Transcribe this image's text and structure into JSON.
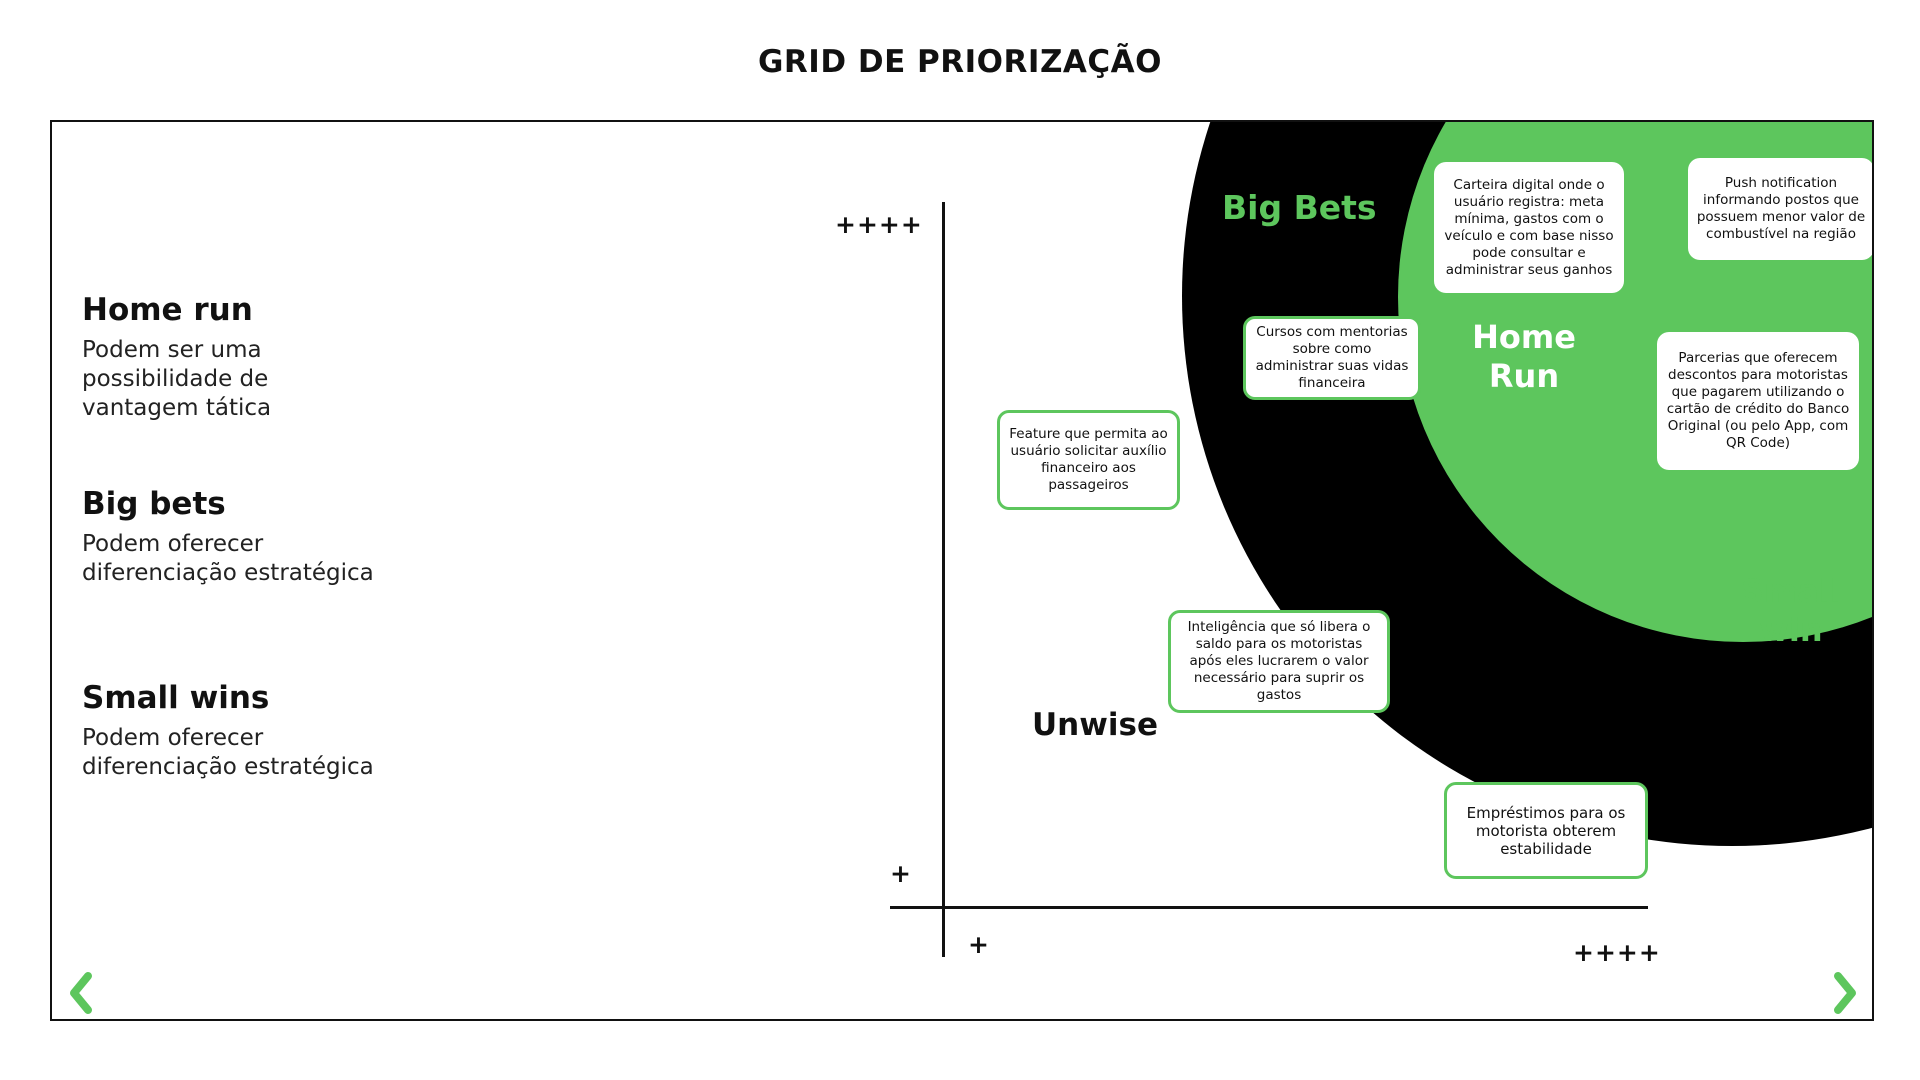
{
  "title": "GRID DE PRIORIZAÇÃO",
  "legend": [
    {
      "heading": "Home run",
      "text": "Podem ser uma\npossibilidade de\nvantagem tática"
    },
    {
      "heading": "Big bets",
      "text": "Podem oferecer\ndiferenciação estratégica"
    },
    {
      "heading": "Small wins",
      "text": "Podem oferecer\ndiferenciação estratégica"
    }
  ],
  "axes": {
    "y_high": "++++",
    "y_low": "+",
    "x_low": "+",
    "x_high": "++++"
  },
  "quadrants": {
    "big_bets": "Big Bets",
    "home_run": "Home\nRun",
    "small_win": "Small\nwin",
    "unwise": "Unwise"
  },
  "cards": {
    "carteira": "Carteira digital onde o usuário registra: meta mínima, gastos com o veículo e com base nisso pode consultar e administrar seus ganhos",
    "push": "Push notification informando postos que possuem menor valor de combustível na região",
    "cursos": "Cursos com mentorias sobre como administrar suas vidas financeira",
    "parcerias": "Parcerias que oferecem descontos para motoristas que pagarem utilizando o cartão de crédito do Banco Original (ou pelo App, com QR Code)",
    "feature": "Feature que permita ao usuário solicitar auxílio financeiro aos passageiros",
    "inteligencia": "Inteligência que só libera o saldo para os motoristas após eles lucrarem o valor necessário para suprir os gastos",
    "emprestimos": "Empréstimos para os motorista obterem estabilidade"
  },
  "colors": {
    "accent_green": "#5dc65d",
    "circle_black": "#000000",
    "text": "#111111"
  },
  "icons": {
    "prev": "chevron-left-icon",
    "next": "chevron-right-icon"
  }
}
